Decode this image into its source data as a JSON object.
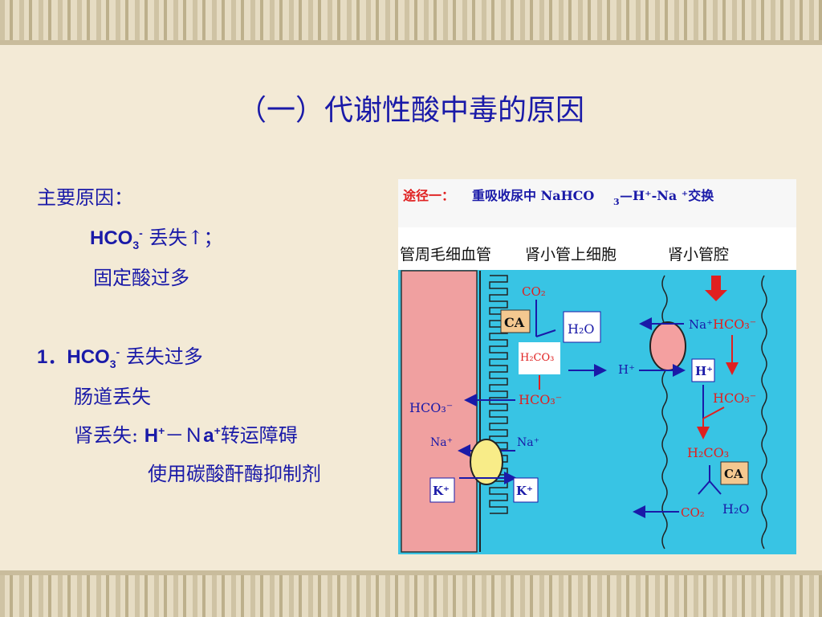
{
  "title": "（一）代谢性酸中毒的原因",
  "left": {
    "main_cause_label": "主要原因：",
    "line1_hco3": "HCO",
    "line1_sub": "3",
    "line1_sup": "-",
    "line1_rest": " 丢失↑；",
    "line2": "固定酸过多",
    "item1_num": "1．",
    "item1_hco3": "HCO",
    "item1_sub": "3",
    "item1_sup": "-",
    "item1_rest": " 丢失过多",
    "item1_a": "肠道丢失",
    "item1_b_prefix": "肾丢失:",
    "item1_b_h": "H",
    "item1_b_sup": "+",
    "item1_b_dash": "－Ｎ",
    "item1_b_a": "a",
    "item1_b_sup2": "+",
    "item1_b_rest": "转运障碍",
    "item1_c": "使用碳酸酐酶抑制剂"
  },
  "diagram": {
    "heading_route": "途径一：",
    "heading_main": "重吸收尿中 NaHCO",
    "heading_sub": "3",
    "heading_tail": "—H⁺-Na ⁺交换",
    "col1": "管周毛细血管",
    "col2": "肾小管上细胞",
    "col3": "肾小管腔",
    "co2_top": "CO₂",
    "ca_label": "CA",
    "h2o_box": "H₂O",
    "h2co3_box": "H₂CO₃",
    "h_plus_mid": "H⁺",
    "na_plus_lumen": "Na⁺",
    "hco3_lumen": "HCO₃⁻",
    "h_plus_box": "H⁺",
    "hco3_lumen2": "HCO₃⁻",
    "hco3_blood": "HCO₃⁻",
    "hco3_cell": "HCO₃⁻",
    "na_blood": "Na⁺",
    "na_cell": "Na⁺",
    "k_blood": "K⁺",
    "k_cell": "K⁺",
    "h2co3_lumen": "H₂CO₃",
    "ca_lumen": "CA",
    "co2_lumen": "CO₂",
    "h2o_lumen": "H₂O"
  },
  "colors": {
    "text_blue": "#1a1aa8",
    "blood_pink": "#f0a0a0",
    "cell_cyan": "#39c6e6",
    "title_red": "#e02020"
  }
}
